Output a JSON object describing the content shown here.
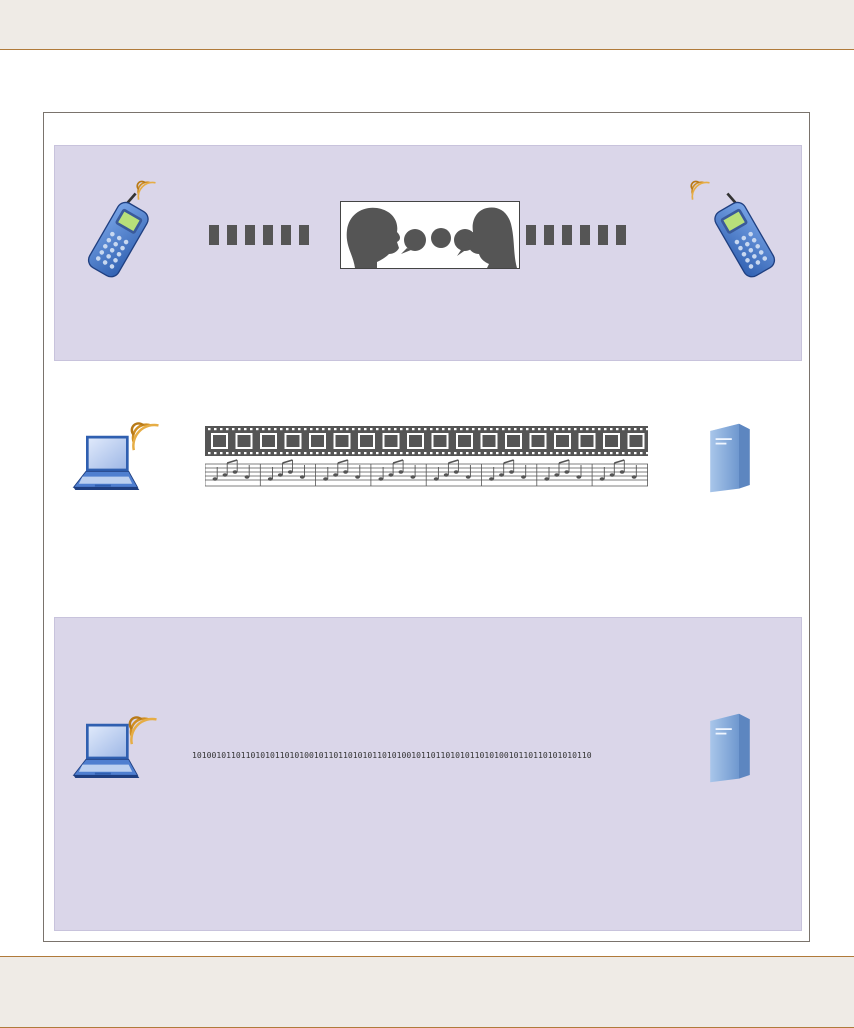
{
  "rows": [
    {
      "id": "voice",
      "left_device": "mobile-phone-icon",
      "right_device": "mobile-phone-icon",
      "payload": "conversation-icon"
    },
    {
      "id": "multimedia",
      "left_device": "laptop-wireless-icon",
      "right_device": "server-icon",
      "payload": "video-audio-stream-icon"
    },
    {
      "id": "data",
      "left_device": "laptop-wireless-icon",
      "right_device": "server-icon",
      "payload": "binary-stream",
      "bitstream": "1010010110110101011010100101101101010110101001011011010101101010010110110101010110"
    }
  ],
  "colors": {
    "header_band": "#efebe6",
    "band_border": "#b07a3a",
    "panel_fill": "#dad6e9",
    "dash_gray": "#555555",
    "signal_waves": "#e0a030",
    "phone_body": "#4f7fd0",
    "server_body": "#8fb4e0"
  }
}
